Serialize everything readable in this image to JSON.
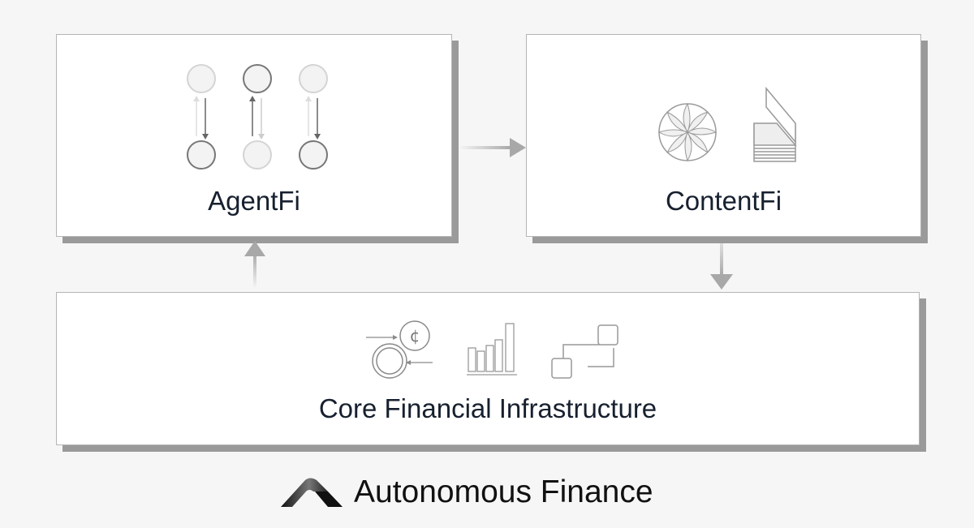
{
  "nodes": {
    "agentfi": {
      "label": "AgentFi"
    },
    "contentfi": {
      "label": "ContentFi"
    },
    "core": {
      "label": "Core Financial Infrastructure"
    }
  },
  "footer": {
    "brand": "Autonomous Finance"
  },
  "colors": {
    "text": "#17202e",
    "shadow": "#9a9a9a",
    "arrow": "#a8a8a8",
    "icon": "#8a8a8a"
  }
}
